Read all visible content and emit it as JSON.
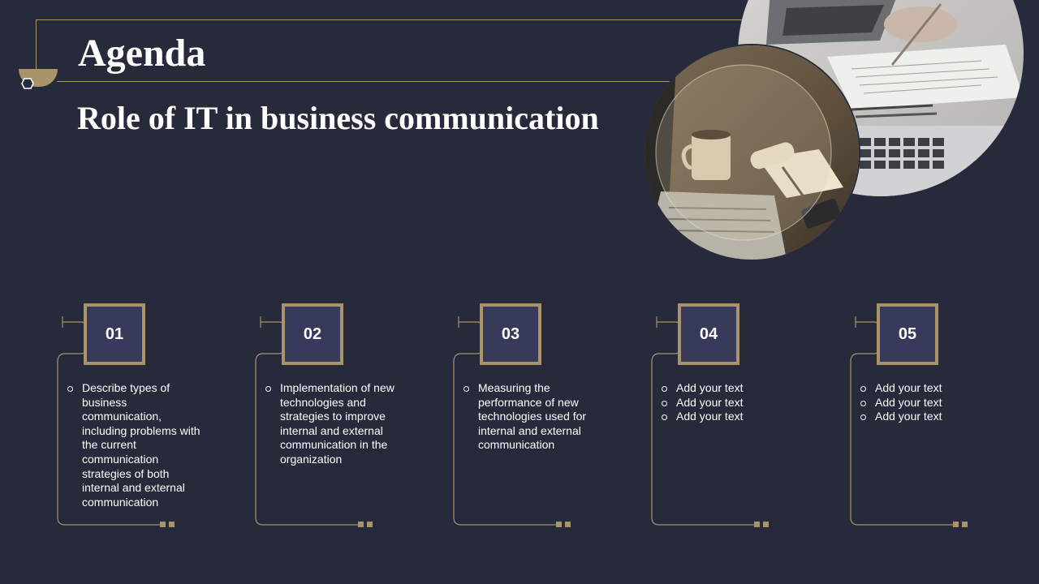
{
  "header": {
    "title": "Agenda",
    "subtitle": "Role of IT in business communication"
  },
  "colors": {
    "background": "#272a3b",
    "accent": "#a89468",
    "box_fill": "#373a5a",
    "text": "#ffffff"
  },
  "icons": {
    "header": "hexagon-icon",
    "photos": [
      "laptop-desk-photo",
      "coffee-desk-photo"
    ]
  },
  "agenda": {
    "cards": [
      {
        "number": "01",
        "items": [
          "Describe types of business communication, including problems with the current communication strategies of both internal and external communication"
        ]
      },
      {
        "number": "02",
        "items": [
          "Implementation of new technologies and strategies to improve internal and external communication in the organization"
        ]
      },
      {
        "number": "03",
        "items": [
          "Measuring the performance of new technologies used for internal and external communication"
        ]
      },
      {
        "number": "04",
        "items": [
          "Add your text",
          "Add your text",
          "Add your text"
        ]
      },
      {
        "number": "05",
        "items": [
          "Add your text",
          "Add your text",
          "Add your text"
        ]
      }
    ]
  }
}
